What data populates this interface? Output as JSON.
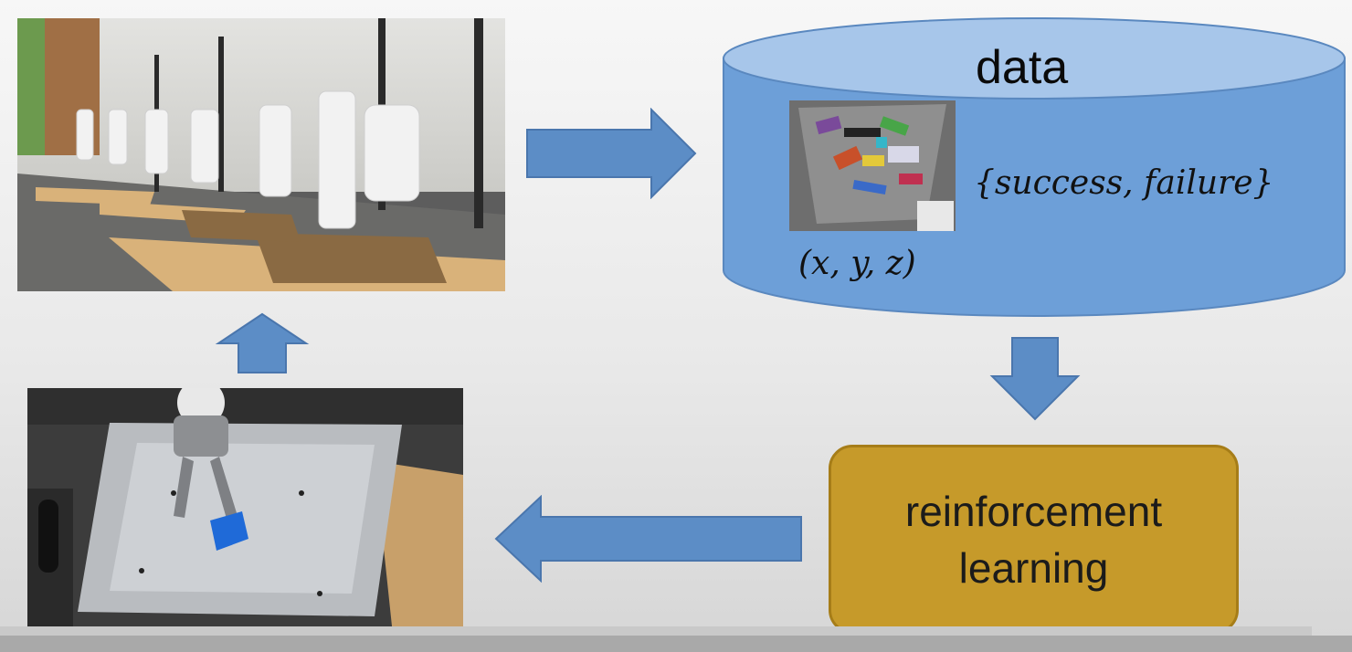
{
  "database": {
    "title": "data",
    "outcome_label": "{success, failure}",
    "coords_label": "(x, y, z)"
  },
  "learner": {
    "line1": "reinforcement",
    "line2": "learning"
  },
  "colors": {
    "arrow_fill": "#5c8dc6",
    "arrow_stroke": "#4a76ad",
    "database_fill": "#6d9fd8",
    "database_top": "#a7c6ea",
    "learner_fill": "#c69a2a"
  },
  "icons": [
    "robot-arms-photo",
    "grasp-scene-photo",
    "object-tray-thumbnail"
  ]
}
